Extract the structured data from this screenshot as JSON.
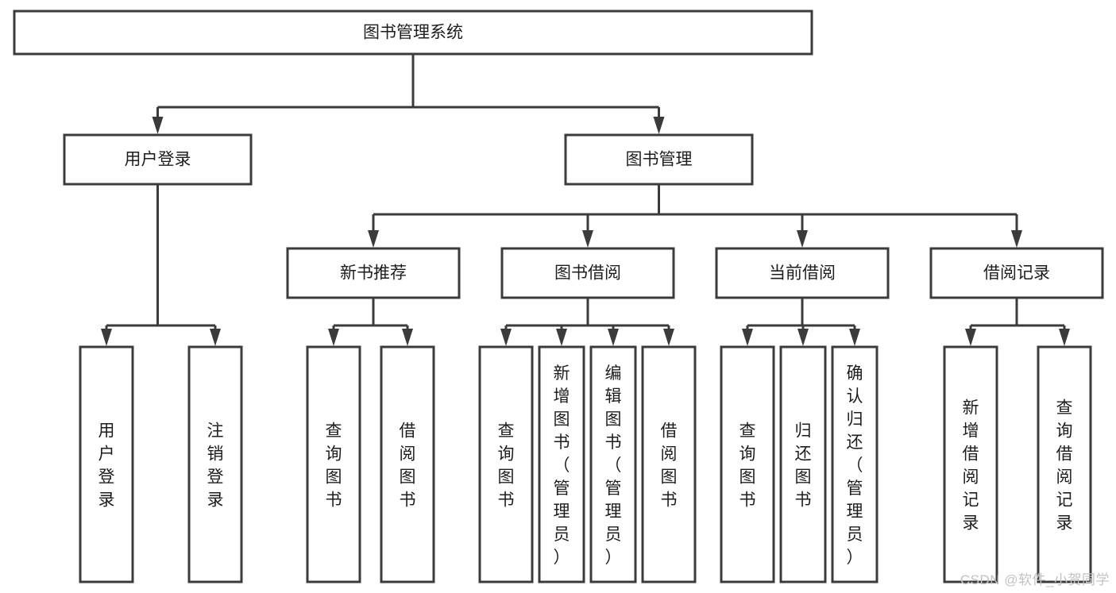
{
  "diagram": {
    "title": "图书管理系统",
    "type": "tree",
    "orientation": "top-down",
    "colors": {
      "box_stroke": "#3b3b3b",
      "box_fill": "#ffffff",
      "connector": "#3b3b3b",
      "text": "#1d1d1d",
      "watermark": "#c2c2c2",
      "background": "#ffffff"
    },
    "nodes": {
      "root": {
        "label": "图书管理系统",
        "orientation": "horizontal"
      },
      "level2": [
        {
          "id": "user-login",
          "label": "用户登录",
          "orientation": "horizontal"
        },
        {
          "id": "book-manage",
          "label": "图书管理",
          "orientation": "horizontal"
        }
      ],
      "level3": [
        {
          "id": "new-book-recommend",
          "label": "新书推荐",
          "orientation": "horizontal"
        },
        {
          "id": "book-borrow",
          "label": "图书借阅",
          "orientation": "horizontal"
        },
        {
          "id": "current-borrow",
          "label": "当前借阅",
          "orientation": "horizontal"
        },
        {
          "id": "borrow-record",
          "label": "借阅记录",
          "orientation": "horizontal"
        }
      ],
      "leaves": [
        {
          "id": "leaf-user-login",
          "parent": "user-login",
          "label": "用户登录",
          "orientation": "vertical"
        },
        {
          "id": "leaf-logout-login",
          "parent": "user-login",
          "label": "注销登录",
          "orientation": "vertical"
        },
        {
          "id": "leaf-query-book-1",
          "parent": "new-book-recommend",
          "label": "查询图书",
          "orientation": "vertical"
        },
        {
          "id": "leaf-borrow-book-1",
          "parent": "new-book-recommend",
          "label": "借阅图书",
          "orientation": "vertical"
        },
        {
          "id": "leaf-query-book-2",
          "parent": "book-borrow",
          "label": "查询图书",
          "orientation": "vertical"
        },
        {
          "id": "leaf-add-book",
          "parent": "book-borrow",
          "label": "新增图书（管理员）",
          "orientation": "vertical"
        },
        {
          "id": "leaf-edit-book",
          "parent": "book-borrow",
          "label": "编辑图书（管理员）",
          "orientation": "vertical"
        },
        {
          "id": "leaf-borrow-book-2",
          "parent": "book-borrow",
          "label": "借阅图书",
          "orientation": "vertical"
        },
        {
          "id": "leaf-query-book-3",
          "parent": "current-borrow",
          "label": "查询图书",
          "orientation": "vertical"
        },
        {
          "id": "leaf-return-book",
          "parent": "current-borrow",
          "label": "归还图书",
          "orientation": "vertical"
        },
        {
          "id": "leaf-confirm-return",
          "parent": "current-borrow",
          "label": "确认归还（管理员）",
          "orientation": "vertical"
        },
        {
          "id": "leaf-add-borrow-record",
          "parent": "borrow-record",
          "label": "新增借阅记录",
          "orientation": "vertical"
        },
        {
          "id": "leaf-query-borrow-record",
          "parent": "borrow-record",
          "label": "查询借阅记录",
          "orientation": "vertical"
        }
      ]
    },
    "watermark": "CSDN @软件_小贺同学"
  }
}
